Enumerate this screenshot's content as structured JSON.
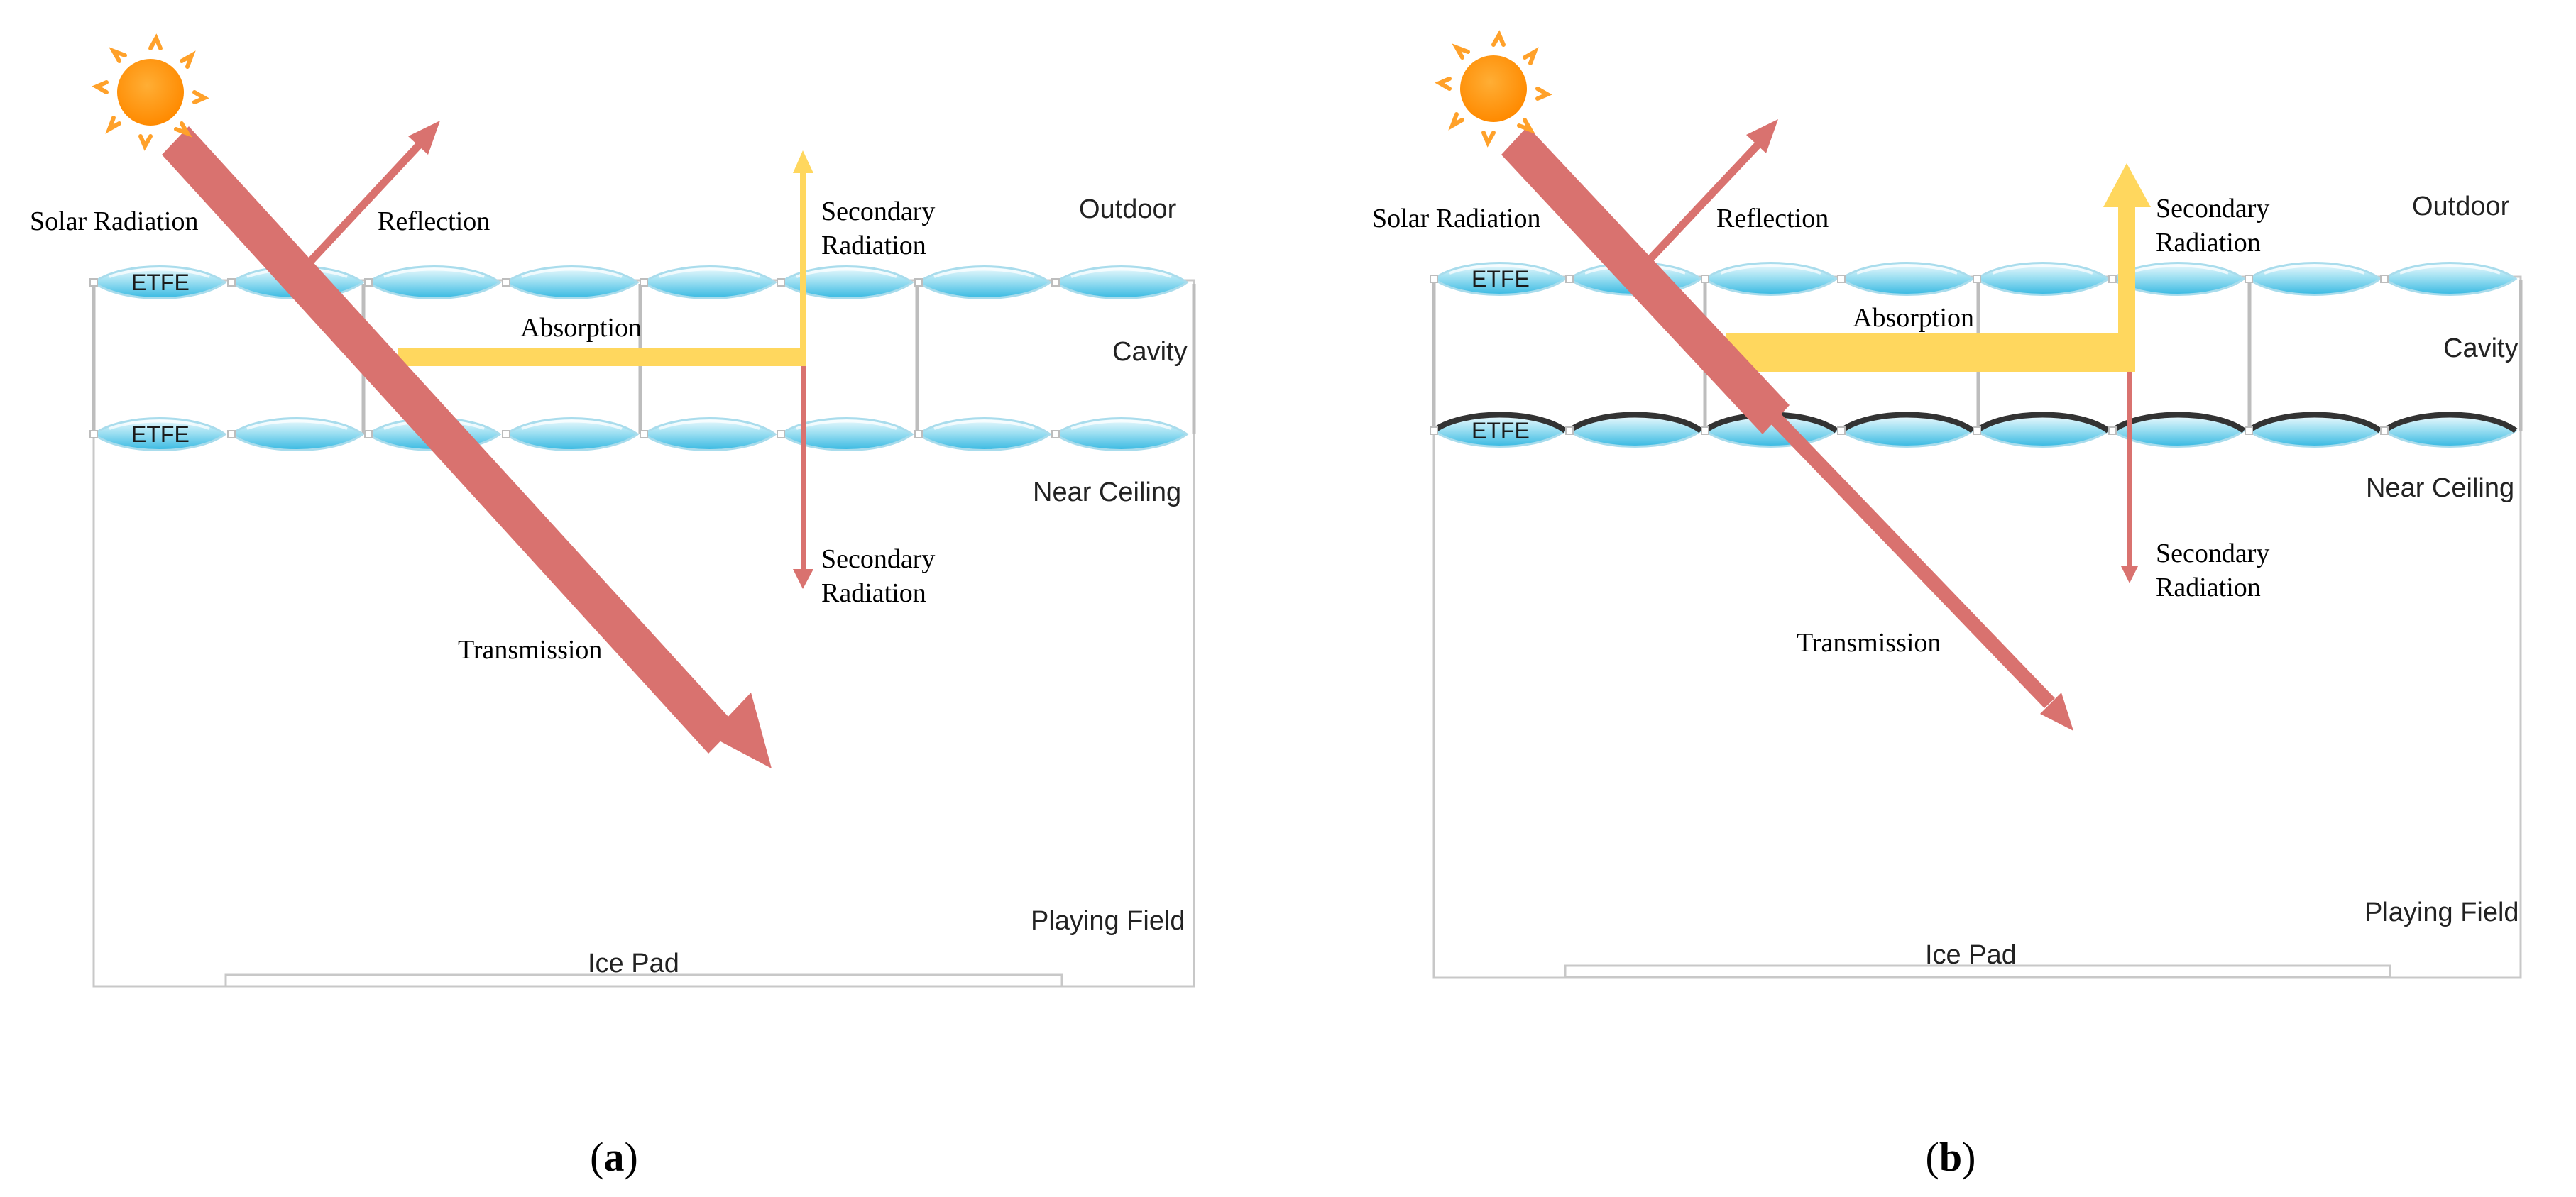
{
  "colors": {
    "beam": "#d9726f",
    "absorption": "#ffd75e",
    "pillow_fill": "#57c8e8",
    "pillow_highlight": "#e8f8fd",
    "pillow_outline": "#a9dcec",
    "pillow_dark_outline": "#333333",
    "frame": "#bdbdbd",
    "sun": "#ff9410",
    "sun_rays": "#ffa12a"
  },
  "icons": [
    "sun-icon"
  ],
  "panels": [
    {
      "caption_letter": "a",
      "caption_open": "(",
      "caption_close": ")",
      "labels": {
        "solar_radiation": "Solar Radiation",
        "reflection": "Reflection",
        "absorption": "Absorption",
        "secondary_up_line1": "Secondary",
        "secondary_up_line2": "Radiation",
        "secondary_down_line1": "Secondary",
        "secondary_down_line2": "Radiation",
        "transmission": "Transmission",
        "outdoor": "Outdoor",
        "cavity": "Cavity",
        "near_ceiling": "Near Ceiling",
        "playing_field": "Playing Field",
        "ice_pad": "Ice Pad",
        "etfe_top": "ETFE",
        "etfe_bottom": "ETFE"
      }
    },
    {
      "caption_letter": "b",
      "caption_open": "(",
      "caption_close": ")",
      "labels": {
        "solar_radiation": "Solar Radiation",
        "reflection": "Reflection",
        "absorption": "Absorption",
        "secondary_up_line1": "Secondary",
        "secondary_up_line2": "Radiation",
        "secondary_down_line1": "Secondary",
        "secondary_down_line2": "Radiation",
        "transmission": "Transmission",
        "outdoor": "Outdoor",
        "cavity": "Cavity",
        "near_ceiling": "Near Ceiling",
        "playing_field": "Playing Field",
        "ice_pad": "Ice Pad",
        "etfe_top": "ETFE",
        "etfe_bottom": "ETFE"
      }
    }
  ]
}
